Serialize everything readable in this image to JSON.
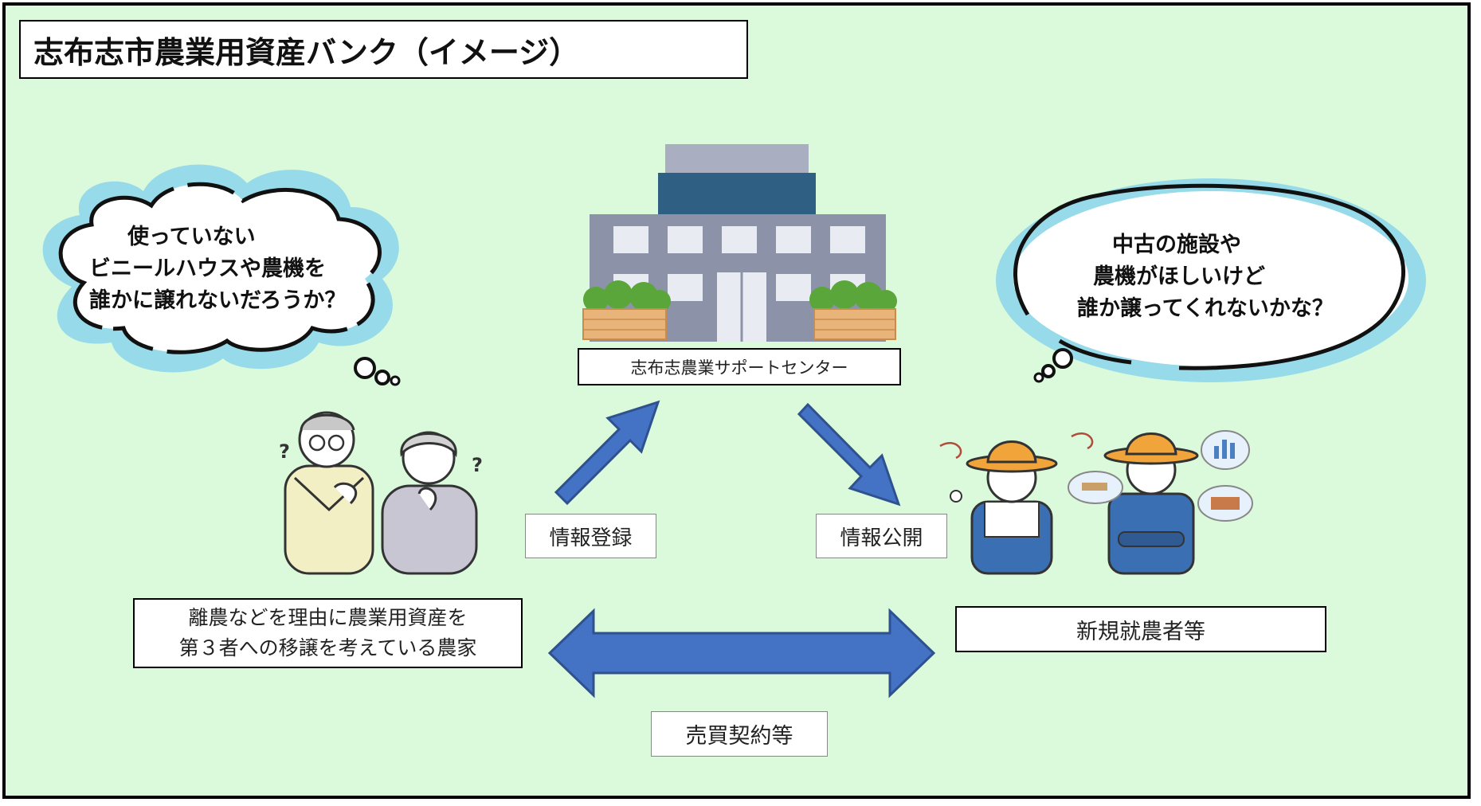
{
  "title": "志布志市農業用資産バンク（イメージ）",
  "left_bubble": {
    "line1": "使っていない",
    "line2": "ビニールハウスや農機を",
    "line3": "誰かに譲れないだろうか？"
  },
  "right_bubble": {
    "line1": "中古の施設や",
    "line2": "農機がほしいけど",
    "line3": "誰か譲ってくれないかな？"
  },
  "center_label": "志布志農業サポートセンター",
  "register_label": "情報登録",
  "publish_label": "情報公開",
  "left_party": {
    "line1": "離農などを理由に農業用資産を",
    "line2": "第３者への移譲を考えている農家"
  },
  "right_party": "新規就農者等",
  "contract_label": "売買契約等",
  "colors": {
    "background": "#dafadb",
    "arrow": "#4472c4",
    "arrow_stroke": "#2f528f",
    "bubble_glow": "#8fd6ea",
    "building_gray": "#8c93a8",
    "building_dark": "#2f5f82"
  }
}
